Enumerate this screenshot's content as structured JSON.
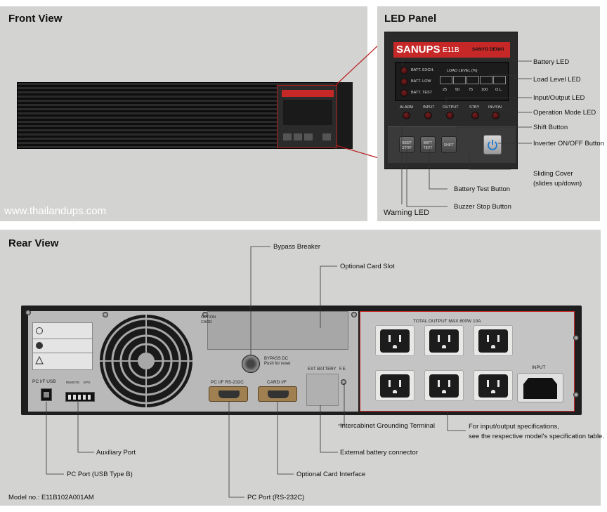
{
  "front_view": {
    "title": "Front View",
    "watermark": "www.thailandups.com"
  },
  "led_panel": {
    "title": "LED Panel",
    "brand": "SANUPS",
    "model_code": "E11B",
    "maker": "SANYO DENKI",
    "batt_leds": [
      "BATT. EXCH.",
      "BATT. LOW",
      "BATT. TEST"
    ],
    "load_level_label": "LOAD LEVEL (%)",
    "load_level_ticks": [
      "25",
      "50",
      "75",
      "100",
      "O.L."
    ],
    "bottom_leds": [
      "ALARM",
      "INPUT",
      "OUTPUT",
      "STBY",
      "INV/ON"
    ],
    "buttons": [
      "BEEP STOP",
      "BATT TEST",
      "SHIFT"
    ],
    "callouts": {
      "battery_led": "Battery LED",
      "load_level_led": "Load Level LED",
      "io_led": "Input/Output LED",
      "operation_mode_led": "Operation Mode LED",
      "shift_button": "Shift Button",
      "inverter_button": "Inverter ON/OFF Button",
      "sliding_cover": "Sliding Cover",
      "sliding_cover_note": "(slides up/down)",
      "battery_test_button": "Battery Test Button",
      "buzzer_stop_button": "Buzzer Stop Button",
      "warning_led": "Warning LED"
    }
  },
  "rear_view": {
    "title": "Rear View",
    "outlet_header": "TOTAL OUTPUT MAX 800W 10A",
    "input_label": "INPUT",
    "ports": {
      "pc_usb": "PC I/F USB",
      "pc_rs232": "PC I/F RS-232C",
      "card_if": "CARD I/F",
      "ext_battery": "EXT BATTERY",
      "fe": "F.E.",
      "option_card": "OPTION CARD",
      "bypass_dc": "BYPASS DC",
      "push_reset": "Push for reset",
      "remote": "REMOTE",
      "epo": "EPO"
    },
    "callouts": {
      "bypass_breaker": "Bypass Breaker",
      "optional_card_slot": "Optional Card Slot",
      "grounding_terminal": "Intercabinet Grounding Terminal",
      "io_spec_1": "For input/output specifications,",
      "io_spec_2": "see the respective model's specification table.",
      "ext_battery_connector": "External battery connector",
      "auxiliary_port": "Auxiliary Port",
      "optional_card_interface": "Optional Card Interface",
      "pc_port_usb": "PC Port (USB Type B)",
      "pc_port_rs232": "PC Port (RS-232C)"
    },
    "model_no": "Model no.: E11B102A001AM"
  },
  "colors": {
    "panel_bg": "#d3d3d2",
    "brand_red": "#c62828",
    "pointer_red": "#b71c1c",
    "chassis_dark": "#1e1e1e"
  }
}
